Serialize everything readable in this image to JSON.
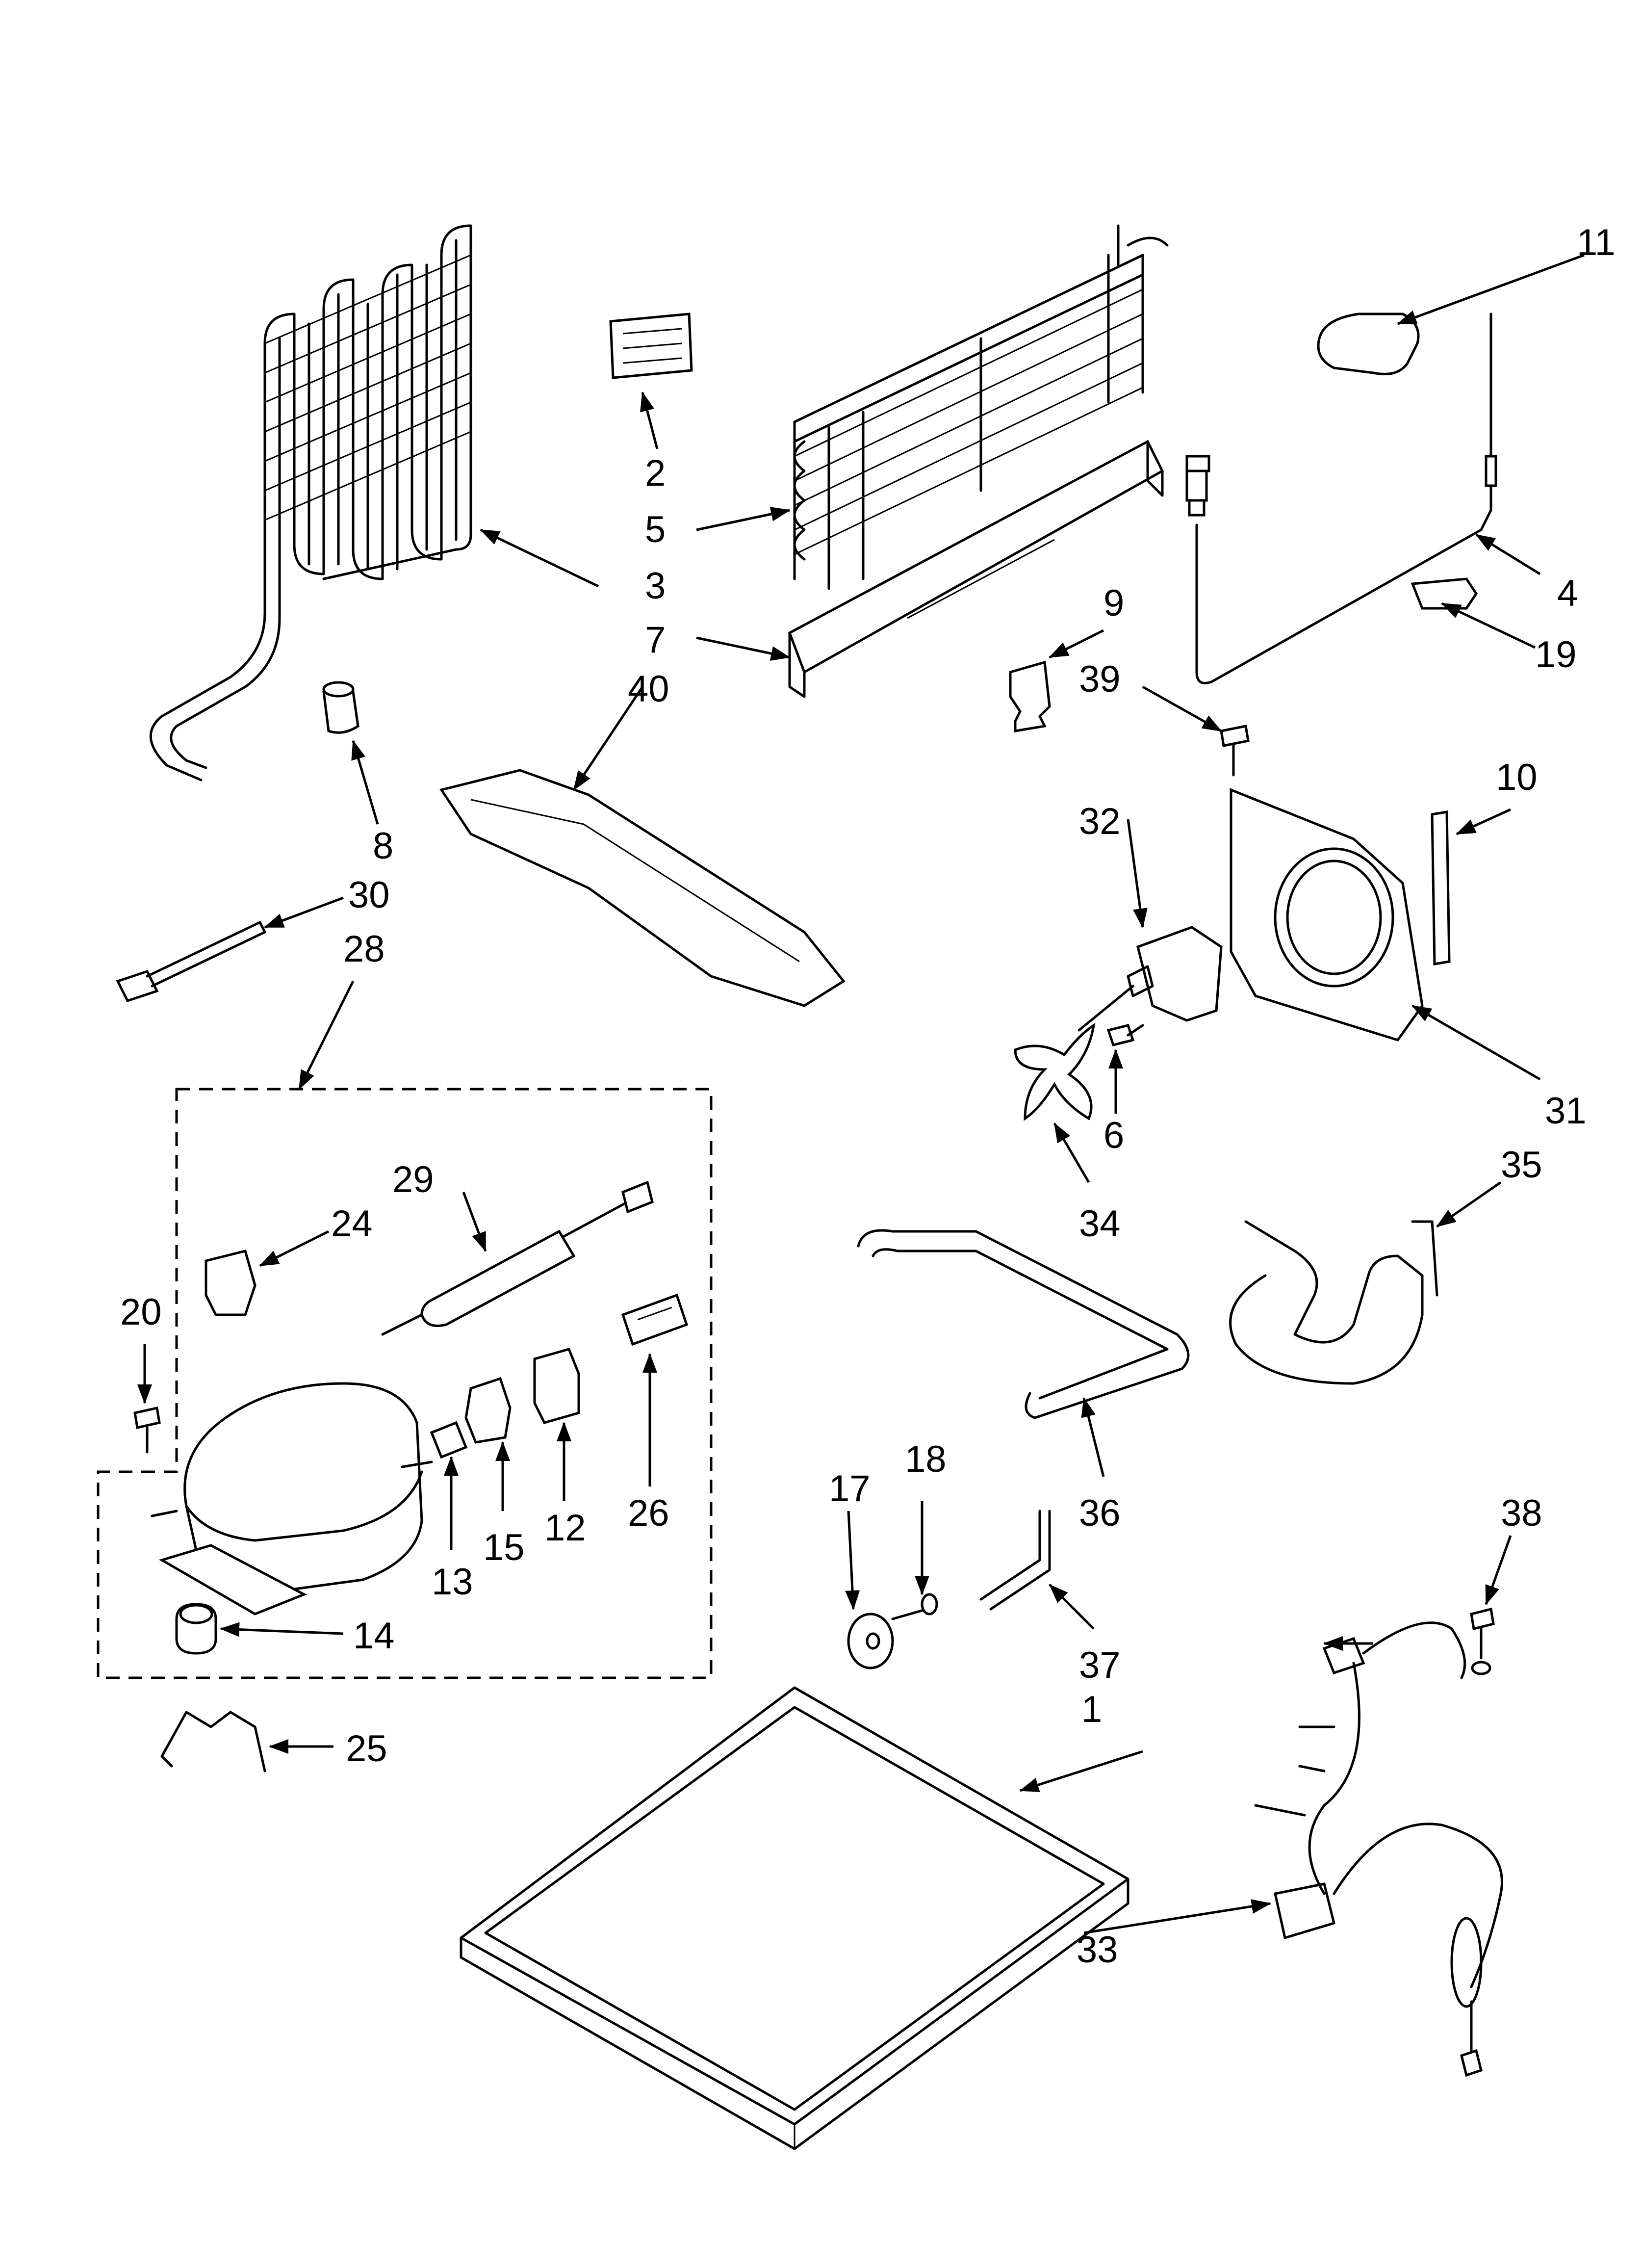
{
  "labels": {
    "l1": "1",
    "l2": "2",
    "l3": "3",
    "l4": "4",
    "l5": "5",
    "l6": "6",
    "l7": "7",
    "l8": "8",
    "l9": "9",
    "l10": "10",
    "l11": "11",
    "l12": "12",
    "l13": "13",
    "l14": "14",
    "l15": "15",
    "l17": "17",
    "l18": "18",
    "l19": "19",
    "l20": "20",
    "l24": "24",
    "l25": "25",
    "l26": "26",
    "l28": "28",
    "l29": "29",
    "l30": "30",
    "l31": "31",
    "l32": "32",
    "l33": "33",
    "l34": "34",
    "l35": "35",
    "l36": "36",
    "l37": "37",
    "l38": "38",
    "l39": "39",
    "l40": "40"
  }
}
